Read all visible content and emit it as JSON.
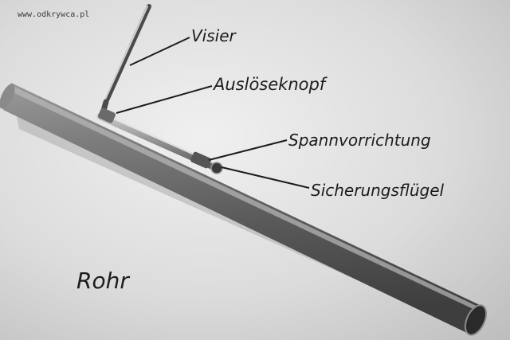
{
  "watermark": "www.odkrywca.pl",
  "labels": {
    "visier": "Visier",
    "ausloeseknopf": "Auslöseknopf",
    "spannvorrichtung": "Spannvorrichtung",
    "sicherungsfluegel": "Sicherungsflügel",
    "rohr": "Rohr"
  },
  "colors": {
    "background": "#dcdcdc",
    "tube": "#6e6e6e",
    "ink": "#1c1c1c"
  }
}
